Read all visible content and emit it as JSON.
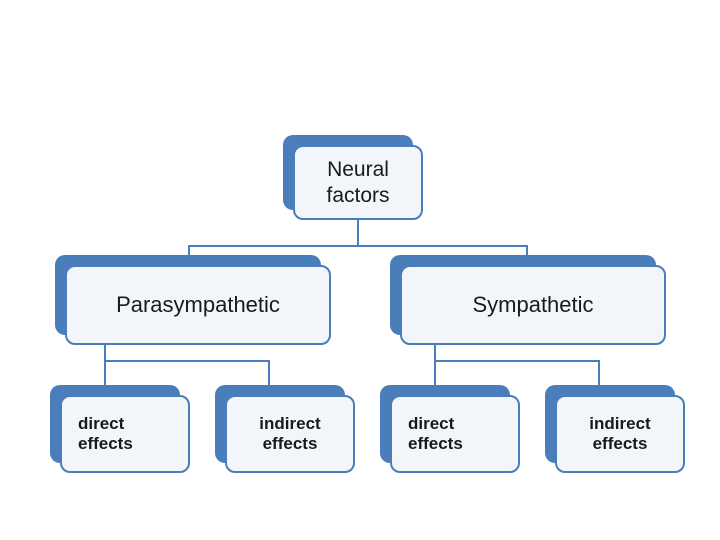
{
  "diagram": {
    "type": "hierarchy",
    "title_visible": false,
    "accent_color": "#4a7ebb",
    "node_fill_color": "#f2f6fb",
    "text_color": "#1a1a1a",
    "background_color": "#ffffff",
    "root": {
      "label": "Neural\nfactors"
    },
    "branches": [
      {
        "label": "Parasympathetic",
        "children": [
          {
            "label": "direct\neffects"
          },
          {
            "label": "indirect\neffects"
          }
        ]
      },
      {
        "label": "Sympathetic",
        "children": [
          {
            "label": "direct\neffects"
          },
          {
            "label": "indirect\neffects"
          }
        ]
      }
    ]
  }
}
